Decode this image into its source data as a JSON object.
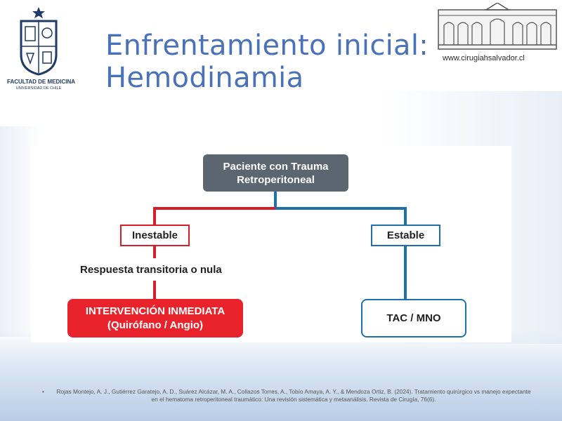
{
  "slide": {
    "title_line1": "Enfrentamiento inicial:",
    "title_line2": "Hemodinamia"
  },
  "logo_left": {
    "name": "shield-crest",
    "line1": "FACULTAD DE MEDICINA",
    "line2": "UNIVERSIDAD DE CHILE"
  },
  "logo_right": {
    "name": "hospital-building",
    "url": "www.cirugiahsalvador.cl"
  },
  "diagram": {
    "root": {
      "line1": "Paciente con Trauma",
      "line2": "Retroperitoneal"
    },
    "left_branch": {
      "label": "Inestable",
      "color": "#d21f2b"
    },
    "right_branch": {
      "label": "Estable",
      "color": "#1f6fa8"
    },
    "transition_label": "Respuesta transitoria o nula",
    "left_outcome": {
      "line1": "INTERVENCIÓN INMEDIATA",
      "line2": "(Quirófano / Angio)",
      "color": "#e8232b"
    },
    "right_outcome": {
      "label": "TAC / MNO"
    }
  },
  "reference": {
    "bullet": "•",
    "text": "Rojas Montejo, A. J., Gutiérrez Garatejo, A. D., Suárez Alcázar, M. A., Collazos Torres, A., Tobío Amaya, A. Y., & Mendoza Ortiz, B. (2024). Tratamiento quirúrgico vs manejo expectante en el hematoma retroperitoneal traumático: Una revisión sistemática y metaanálisis. Revista de Cirugía, 76(6)."
  }
}
